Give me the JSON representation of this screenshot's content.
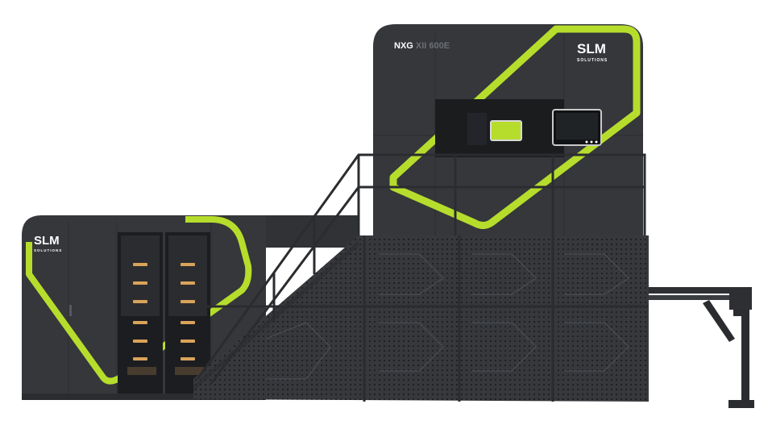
{
  "machine": {
    "model_prefix": "NXG",
    "model_suffix": "XII 600E",
    "brand_main": "SLM",
    "brand_sub": "SOLUTIONS",
    "side_brand_main": "SLM",
    "side_brand_sub": "SOLUTIONS"
  },
  "colors": {
    "body": "#34363a",
    "body_dark": "#2a2c2f",
    "accent": "#b6dd2c",
    "glow": "#d9a35a",
    "background": "#ffffff"
  },
  "icons": [
    "screen-icon",
    "light-icon"
  ]
}
